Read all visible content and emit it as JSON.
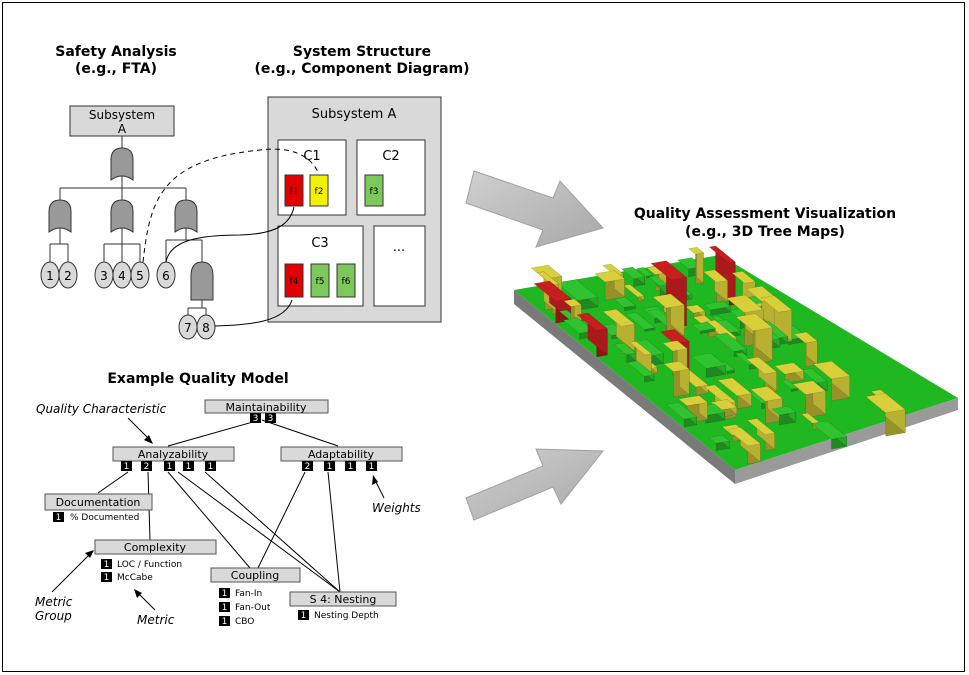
{
  "safety": {
    "title_line1": "Safety Analysis",
    "title_line2": "(e.g., FTA)",
    "top_event_line1": "Subsystem",
    "top_event_line2": "A",
    "events": [
      "1",
      "2",
      "3",
      "4",
      "5",
      "6",
      "7",
      "8"
    ]
  },
  "structure": {
    "title_line1": "System Structure",
    "title_line2": "(e.g., Component Diagram)",
    "subsystem_label": "Subsystem A",
    "c1": "C1",
    "c2": "C2",
    "c3": "C3",
    "c4": "...",
    "functions": [
      "f1",
      "f2",
      "f3",
      "f4",
      "f5",
      "f6"
    ]
  },
  "visual": {
    "title_line1": "Quality Assessment Visualization",
    "title_line2": "(e.g., 3D Tree Maps)"
  },
  "quality": {
    "title": "Example Quality Model",
    "maintainability": "Maintainability",
    "maint_weights": [
      "3",
      "3"
    ],
    "analyzability": "Analyzability",
    "analyz_weights": [
      "1",
      "2",
      "1",
      "1",
      "1"
    ],
    "adaptability": "Adaptability",
    "adapt_weights": [
      "2",
      "1",
      "1",
      "1"
    ],
    "documentation": "Documentation",
    "doc_metric_weight": "1",
    "doc_metric": "% Documented",
    "complexity": "Complexity",
    "complexity_metrics": [
      {
        "w": "1",
        "label": "LOC / Function"
      },
      {
        "w": "1",
        "label": "McCabe"
      }
    ],
    "coupling": "Coupling",
    "coupling_metrics": [
      {
        "w": "1",
        "label": "Fan-In"
      },
      {
        "w": "1",
        "label": "Fan-Out"
      },
      {
        "w": "1",
        "label": "CBO"
      }
    ],
    "nesting": "S 4: Nesting",
    "nesting_metric_weight": "1",
    "nesting_metric": "Nesting Depth",
    "ann_quality_characteristic": "Quality Characteristic",
    "ann_weights": "Weights",
    "ann_metric_group_line1": "Metric",
    "ann_metric_group_line2": "Group",
    "ann_metric": "Metric"
  },
  "colors": {
    "red": "#e00000",
    "yellow": "#f2f200",
    "green": "#7cc85a",
    "gray_box": "#d9d9d9",
    "tree_green": "#2fc42f",
    "tree_yellow": "#d8cf3a",
    "tree_red": "#c81e1e"
  }
}
